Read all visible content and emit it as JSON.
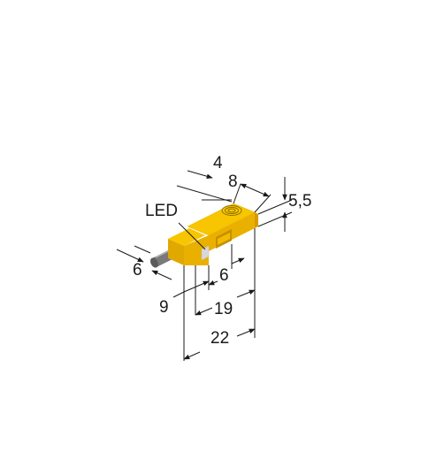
{
  "labels": {
    "led": "LED",
    "dim_4": "4",
    "dim_8": "8",
    "dim_5_5": "5,5",
    "dim_6_cable": "6",
    "dim_6": "6",
    "dim_9": "9",
    "dim_19": "19",
    "dim_22": "22"
  },
  "colors": {
    "housing_top": "#f7c600",
    "housing_front": "#e5ad00",
    "housing_side": "#f0b800",
    "led": "#d8d8d8",
    "cable": "#7a7a7a",
    "lines": "#1a1a1a"
  }
}
